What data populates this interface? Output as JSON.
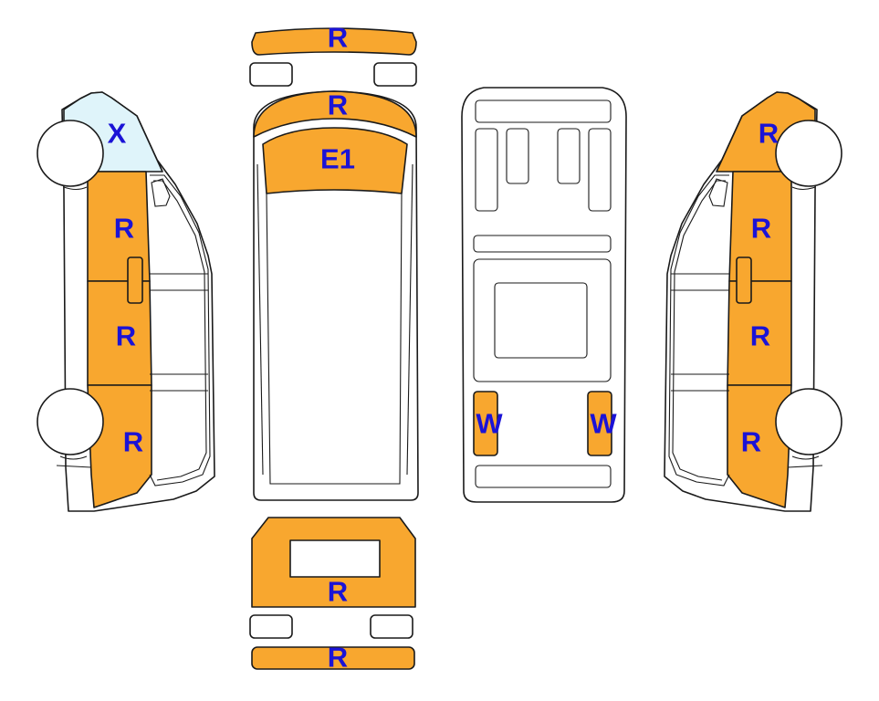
{
  "colors": {
    "damage_fill": "#f8a72f",
    "cleared_fill": "#dff4fa",
    "label_color": "#1b13d6",
    "outline": "#1a1a1a",
    "body": "#ffffff"
  },
  "labels": {
    "left_side": {
      "a_pillar": "X",
      "front_door": "R",
      "sliding_door": "R",
      "rear_quarter": "R"
    },
    "top": {
      "front_bumper": "R",
      "hood": "R",
      "windshield": "E1"
    },
    "underside": {
      "left_wheel": "W",
      "right_wheel": "W"
    },
    "right_side": {
      "a_pillar": "R",
      "front_door": "R",
      "sliding_door": "R",
      "rear_quarter": "R"
    },
    "rear": {
      "tailgate": "R",
      "rear_bumper": "R"
    }
  }
}
